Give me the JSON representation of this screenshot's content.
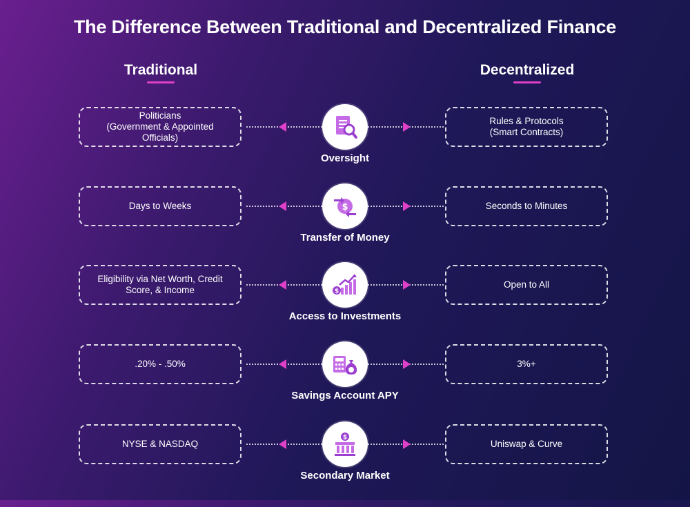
{
  "title": "The Difference Between Traditional and Decentralized Finance",
  "columns": {
    "left": "Traditional",
    "right": "Decentralized"
  },
  "colors": {
    "accent": "#e040c8",
    "icon": "#b54ce0"
  },
  "rows": [
    {
      "label": "Oversight",
      "left": "Politicians\n(Government & Appointed\nOfficials)",
      "right": "Rules & Protocols\n(Smart Contracts)",
      "icon": "document-search-icon"
    },
    {
      "label": "Transfer of Money",
      "left": "Days to Weeks",
      "right": "Seconds to Minutes",
      "icon": "money-transfer-icon"
    },
    {
      "label": "Access to Investments",
      "left": "Eligibility via Net Worth, Credit\nScore, & Income",
      "right": "Open to All",
      "icon": "growth-chart-icon"
    },
    {
      "label": "Savings Account APY",
      "left": ".20% - .50%",
      "right": "3%+",
      "icon": "calculator-moneybag-icon"
    },
    {
      "label": "Secondary Market",
      "left": "NYSE & NASDAQ",
      "right": "Uniswap & Curve",
      "icon": "exchange-building-icon"
    }
  ]
}
